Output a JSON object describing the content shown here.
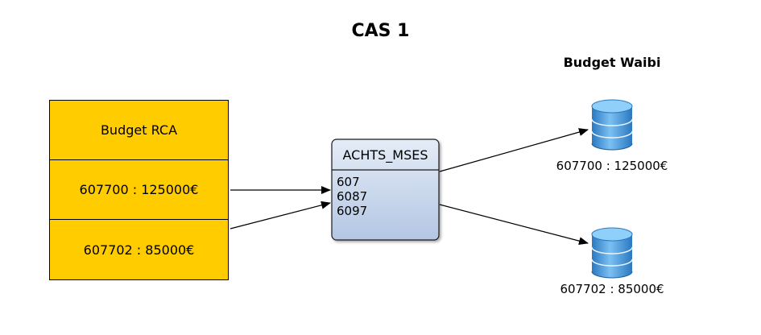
{
  "diagram": {
    "title": "CAS 1",
    "rca": {
      "header": "Budget RCA",
      "rows": [
        "607700 : 125000€",
        "607702 : 85000€"
      ],
      "fill": "#ffcc00"
    },
    "mapping_node": {
      "title": "ACHTS_MSES",
      "items": [
        "607",
        "6087",
        "6097"
      ],
      "fill_top": "#dde7f4",
      "fill_bottom": "#b9cbe6"
    },
    "waibi": {
      "title": "Budget Waibi",
      "databases": [
        {
          "label": "607700 : 125000€"
        },
        {
          "label": "607702 : 85000€"
        }
      ],
      "icon": "database-icon",
      "color": "#3b8fd6"
    }
  }
}
